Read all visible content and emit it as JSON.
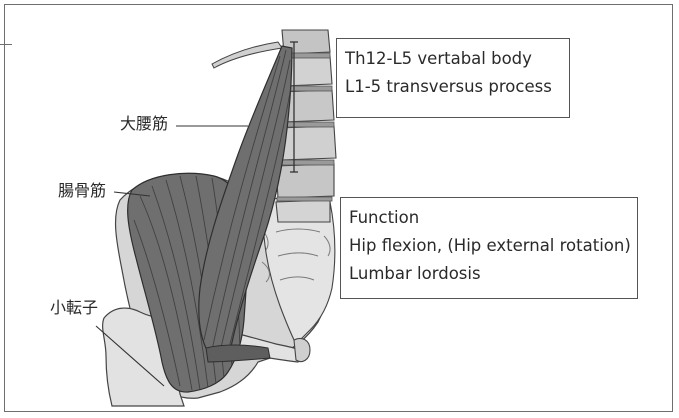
{
  "labels": {
    "psoas_major": "大腰筋",
    "iliacus": "腸骨筋",
    "lesser_trochanter": "小転子"
  },
  "origin_box": {
    "line1": "Th12-L5 vertabal body",
    "line2": "L1-5 transversus process"
  },
  "function_box": {
    "line1": "Function",
    "line2": "Hip flexion, (Hip external rotation)",
    "line3": "Lumbar lordosis"
  },
  "colors": {
    "muscle": "#6f6f6f",
    "muscle_striation": "#3c3c3c",
    "bone": "#d6d6d6",
    "bone_outline": "#444444",
    "frame": "#6e6e6e"
  }
}
